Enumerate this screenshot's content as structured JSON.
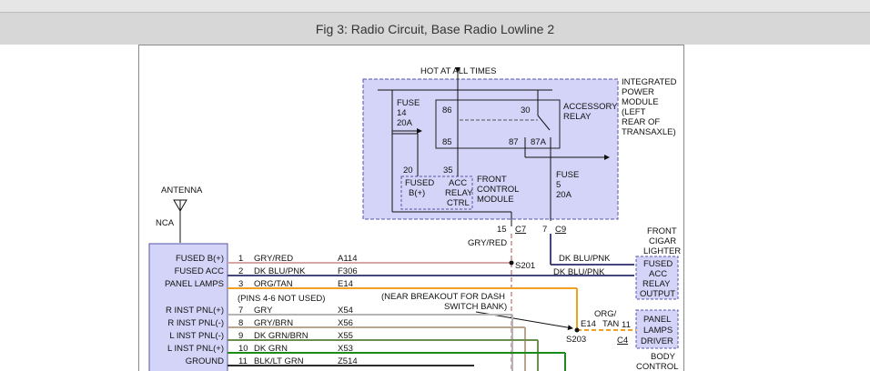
{
  "caption": "Fig 3: Radio Circuit, Base Radio Lowline 2",
  "top_power": {
    "hot_label": "HOT AT ALL TIMES",
    "ipm_label": [
      "INTEGRATED",
      "POWER",
      "MODULE",
      "(LEFT",
      "REAR OF",
      "TRANSAXLE)"
    ],
    "fuse14": [
      "FUSE",
      "14",
      "20A"
    ],
    "relay_label": [
      "ACCESSORY",
      "RELAY"
    ],
    "relay_pins": {
      "p86": "86",
      "p30": "30",
      "p85": "85",
      "p87": "87",
      "p87a": "87A"
    },
    "fuse5": [
      "FUSE",
      "5",
      "20A"
    ]
  },
  "fcm": {
    "label": [
      "FRONT",
      "CONTROL",
      "MODULE"
    ],
    "pin_fused": "20",
    "pin_acc": "35",
    "fused_text": [
      "FUSED",
      "B(+)"
    ],
    "acc_text": [
      "ACC",
      "RELAY",
      "CTRL"
    ]
  },
  "connectors": {
    "c7_pin": "15",
    "c7_name": "C7",
    "c9_pin": "7",
    "c9_name": "C9",
    "c4_name": "C4"
  },
  "splices": {
    "s201": "S201",
    "s203": "S203"
  },
  "antenna": {
    "label": "ANTENNA",
    "nca": "NCA"
  },
  "wires": {
    "gry_red_vertical": "GRY/RED",
    "dk_blu_pnk_a": "DK BLU/PNK",
    "dk_blu_pnk_b": "DK BLU/PNK",
    "org_tan": [
      "ORG/",
      "TAN"
    ],
    "e14": "E14",
    "c4_pin": "11"
  },
  "notes": {
    "pins_not_used": "(PINS 4-6 NOT USED)",
    "breakout": [
      "(NEAR BREAKOUT FOR DASH",
      "SWITCH BANK)"
    ]
  },
  "cigar_lighter": {
    "title": [
      "FRONT",
      "CIGAR",
      "LIGHTER"
    ],
    "box": [
      "FUSED",
      "ACC",
      "RELAY",
      "OUTPUT"
    ]
  },
  "body_control": {
    "box": [
      "PANEL",
      "LAMPS",
      "DRIVER"
    ],
    "label": [
      "BODY",
      "CONTROL"
    ]
  },
  "radio_rows": [
    {
      "name": "FUSED B(+)",
      "pin": "1",
      "color": "GRY/RED",
      "circuit": "A114"
    },
    {
      "name": "FUSED ACC",
      "pin": "2",
      "color": "DK BLU/PNK",
      "circuit": "F306"
    },
    {
      "name": "PANEL LAMPS",
      "pin": "3",
      "color": "ORG/TAN",
      "circuit": "E14"
    },
    {
      "name": "R INST PNL(+)",
      "pin": "7",
      "color": "GRY",
      "circuit": "X54"
    },
    {
      "name": "R INST PNL(-)",
      "pin": "8",
      "color": "GRY/BRN",
      "circuit": "X56"
    },
    {
      "name": "L INST PNL(-)",
      "pin": "9",
      "color": "DK GRN/BRN",
      "circuit": "X55"
    },
    {
      "name": "L INST PNL(+)",
      "pin": "10",
      "color": "DK GRN",
      "circuit": "X53"
    },
    {
      "name": "GROUND",
      "pin": "11",
      "color": "BLK/LT GRN",
      "circuit": "Z514"
    }
  ],
  "colors": {
    "module_fill": "#d4d4f8",
    "module_border": "#5555aa",
    "wire_gry_red": "#d7a6a6",
    "wire_dk_blu_pnk": "#46467f",
    "wire_org_tan": "#f0a020",
    "wire_gry": "#b5b5b5",
    "wire_gry_brn": "#b7a58f",
    "wire_dk_grn_brn": "#6b8e4e",
    "wire_dk_grn": "#1a8a1a",
    "wire_blk_lt_grn": "#2b2b2b"
  }
}
